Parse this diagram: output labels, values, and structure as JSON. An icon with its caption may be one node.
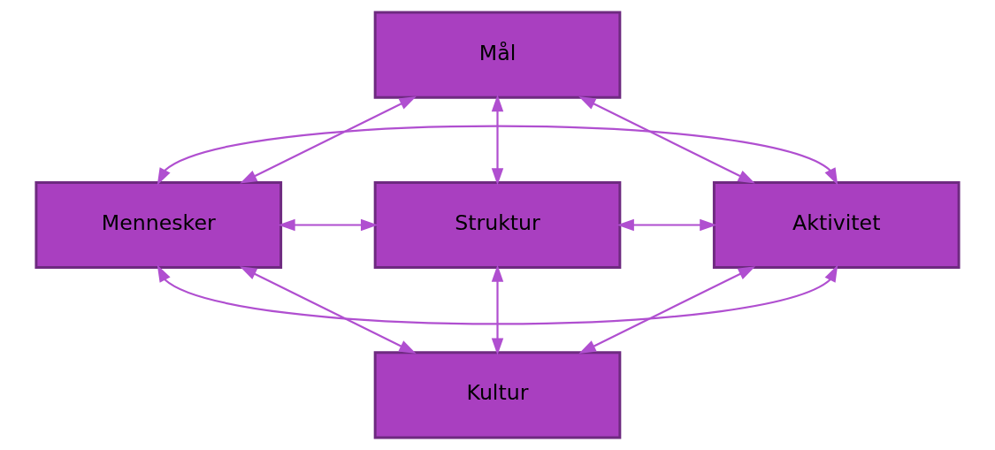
{
  "diagram": {
    "nodes": [
      {
        "text": [
          "Mål"
        ]
      },
      {
        "text": [
          "Mennesker"
        ]
      },
      {
        "text": [
          "Struktur"
        ]
      },
      {
        "text": [
          "Aktivitet"
        ]
      },
      {
        "text": [
          "Kultur"
        ]
      }
    ],
    "edges": [
      {
        "from": 0,
        "to": 1,
        "arrow": "both"
      },
      {
        "from": 0,
        "to": 3,
        "arrow": "both"
      },
      {
        "from": 0,
        "to": 2,
        "arrow": "both"
      },
      {
        "from": 1,
        "to": 3,
        "arrow": "both"
      },
      {
        "from": 1,
        "to": 2,
        "arrow": "both"
      },
      {
        "from": 2,
        "to": 3,
        "arrow": "both"
      },
      {
        "from": 1,
        "to": 3,
        "arrow": "both"
      },
      {
        "from": 2,
        "to": 4,
        "arrow": "both"
      },
      {
        "from": 1,
        "to": 4,
        "arrow": "both"
      },
      {
        "from": 3,
        "to": 4,
        "arrow": "both"
      }
    ]
  }
}
